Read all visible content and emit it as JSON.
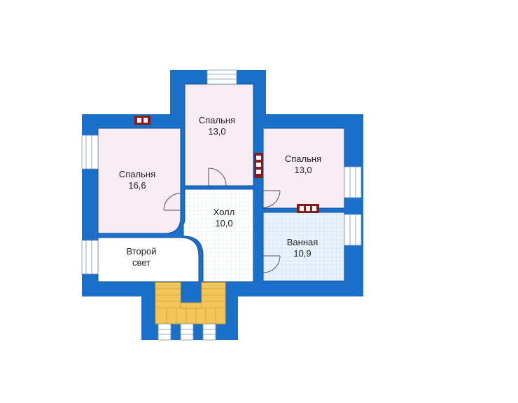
{
  "floor_plan": {
    "colors": {
      "wall": "#1a6fc9",
      "wall_dark": "#0d4f9c",
      "bedroom_floor": "#f6ecf1",
      "hall_floor": "#ffffff",
      "hall_grid": "#dfe7ef",
      "bath_floor": "#eaf3fb",
      "bath_grid": "#c7dcef",
      "void": "#ffffff",
      "stair": "#f3c65a",
      "stair_line": "#d89d2a",
      "chimney": "#8b1a1a"
    },
    "rooms": [
      {
        "id": "bedroom-west",
        "name": "Спальня",
        "area": "16,6"
      },
      {
        "id": "bedroom-north",
        "name": "Спальня",
        "area": "13,0"
      },
      {
        "id": "bedroom-east",
        "name": "Спальня",
        "area": "13,0"
      },
      {
        "id": "hall",
        "name": "Холл",
        "area": "10,0"
      },
      {
        "id": "bathroom",
        "name": "Ванная",
        "area": "10,9"
      },
      {
        "id": "second-light",
        "name": "Второй",
        "area": "свет"
      }
    ]
  }
}
